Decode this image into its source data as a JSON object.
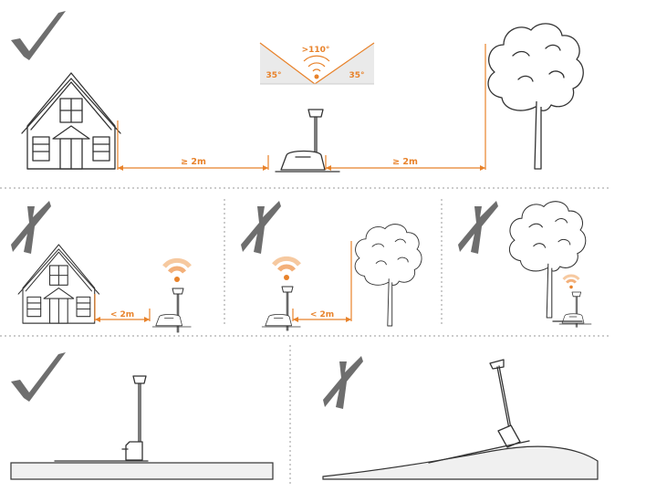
{
  "panels": {
    "main": {
      "status": "correct",
      "coverage_angle": ">110°",
      "tilt_left": "35°",
      "tilt_right": "35°",
      "distance_house": "≥ 2m",
      "distance_tree": "≥ 2m"
    },
    "too_close_house": {
      "status": "incorrect",
      "distance": "< 2m"
    },
    "too_close_tree": {
      "status": "incorrect",
      "distance": "< 2m"
    },
    "under_tree": {
      "status": "incorrect"
    },
    "flat_ground": {
      "status": "correct"
    },
    "slope_ground": {
      "status": "incorrect"
    }
  },
  "colors": {
    "accent": "#e8822a",
    "mark": "#6e6e6e",
    "ink": "#333333",
    "ground": "#f0f0f0"
  },
  "icons": {
    "correct": "checkmark-icon",
    "incorrect": "cross-icon",
    "signal": "wifi-signal-icon"
  }
}
